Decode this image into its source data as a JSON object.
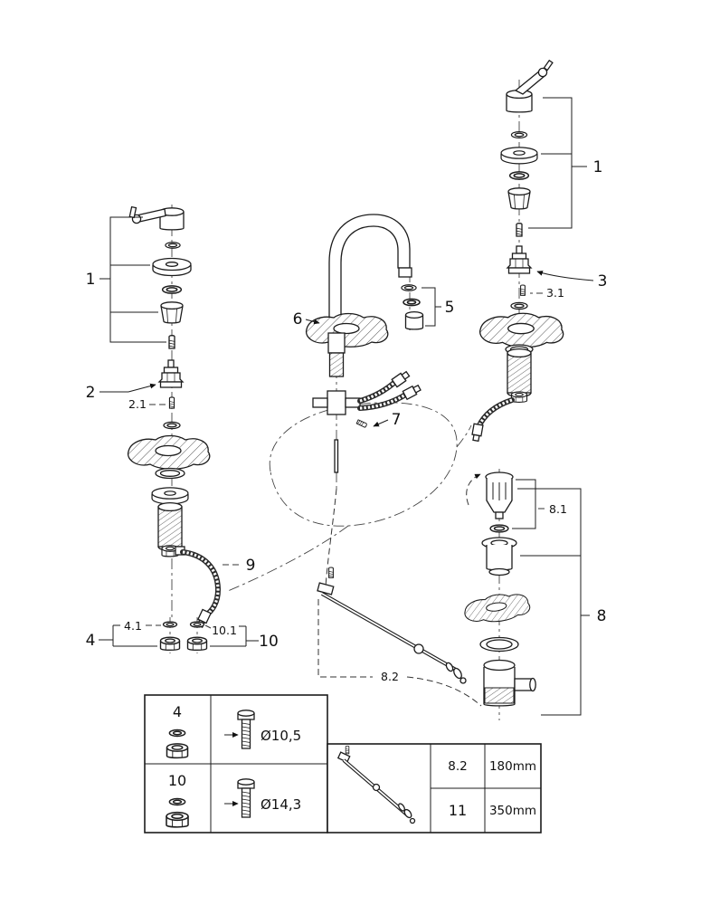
{
  "diagram": {
    "type": "exploded-parts-diagram",
    "callouts": {
      "n1": "1",
      "n2": "2",
      "n2_1": "2.1",
      "n3": "3",
      "n3_1": "3.1",
      "n4": "4",
      "n4_1": "4.1",
      "n5": "5",
      "n6": "6",
      "n7": "7",
      "n8": "8",
      "n8_1": "8.1",
      "n8_2": "8.2",
      "n9": "9",
      "n10": "10",
      "n10_1": "10.1"
    },
    "fastener_table": {
      "rows": [
        {
          "part": "4",
          "diameter": "Ø10,5"
        },
        {
          "part": "10",
          "diameter": "Ø14,3"
        }
      ]
    },
    "length_table": {
      "rows": [
        {
          "part": "8.2",
          "length": "180mm"
        },
        {
          "part": "11",
          "length": "350mm"
        }
      ]
    }
  }
}
